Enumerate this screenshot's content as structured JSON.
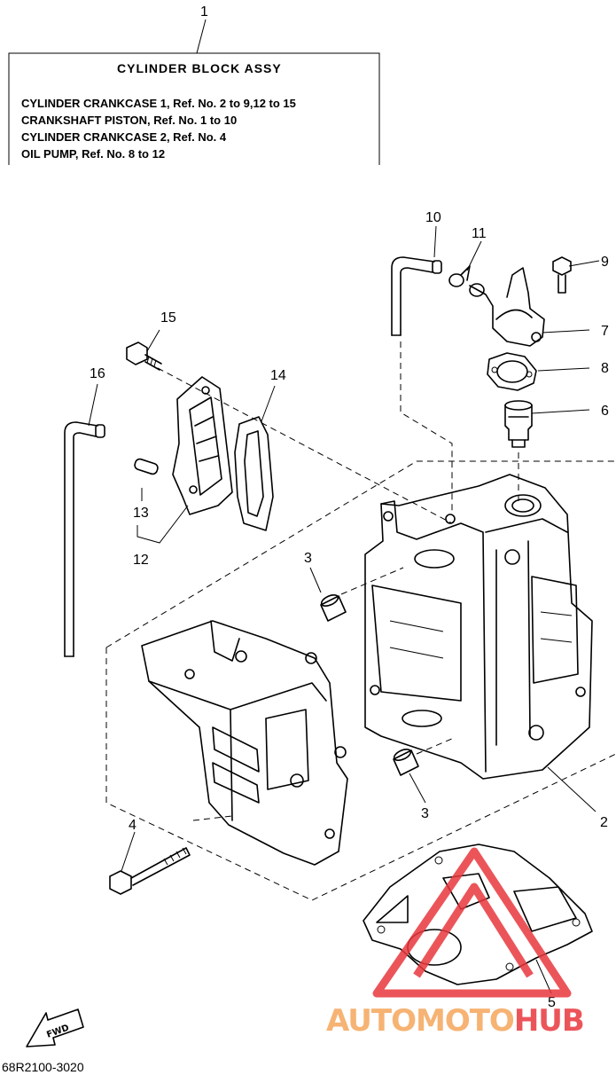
{
  "info_box": {
    "callout": "1",
    "title": "CYLINDER BLOCK ASSY",
    "lines": [
      "CYLINDER CRANKCASE 1, Ref. No. 2 to 9,12 to 15",
      "CRANKSHAFT PISTON,  Ref. No. 1 to 10",
      "CYLINDER CRANKCASE 2, Ref. No. 4",
      "OIL PUMP, Ref. No. 8 to 12"
    ]
  },
  "callouts": {
    "c2": "2",
    "c3a": "3",
    "c3b": "3",
    "c4": "4",
    "c5": "5",
    "c6": "6",
    "c7": "7",
    "c8": "8",
    "c9": "9",
    "c10": "10",
    "c11": "11",
    "c12": "12",
    "c13": "13",
    "c14": "14",
    "c15": "15",
    "c16": "16"
  },
  "fwd_label": "FWD",
  "drawing_code": "68R2100-3020",
  "watermark": {
    "part1": "AUTO",
    "part2": "MOTO",
    "part3": "HUB",
    "color_orange": "#f5a65b",
    "color_red": "#e8383d"
  }
}
